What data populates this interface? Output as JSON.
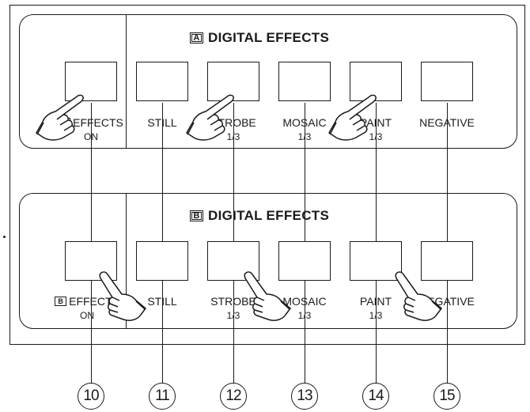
{
  "panel_a": {
    "badge": "A",
    "title": "DIGITAL EFFECTS",
    "buttons": [
      {
        "label": "EFFECTS",
        "sub": "ON"
      },
      {
        "label": "STILL",
        "sub": ""
      },
      {
        "label": "STROBE",
        "sub": "1/3"
      },
      {
        "label": "MOSAIC",
        "sub": "1/3"
      },
      {
        "label": "PAINT",
        "sub": "1/3"
      },
      {
        "label": "NEGATIVE",
        "sub": ""
      }
    ]
  },
  "panel_b": {
    "badge": "B",
    "title": "DIGITAL EFFECTS",
    "buttons": [
      {
        "label": "EFFECTS",
        "sub": "ON"
      },
      {
        "label": "STILL",
        "sub": ""
      },
      {
        "label": "STROBE",
        "sub": "1/3"
      },
      {
        "label": "MOSAIC",
        "sub": "1/3"
      },
      {
        "label": "PAINT",
        "sub": "1/3"
      },
      {
        "label": "NEGATIVE",
        "sub": ""
      }
    ]
  },
  "callouts": [
    "10",
    "11",
    "12",
    "13",
    "14",
    "15"
  ],
  "icons": {
    "hand": "pointing-hand-icon"
  },
  "colors": {
    "ink": "#1a1a1a",
    "background": "#ffffff"
  }
}
